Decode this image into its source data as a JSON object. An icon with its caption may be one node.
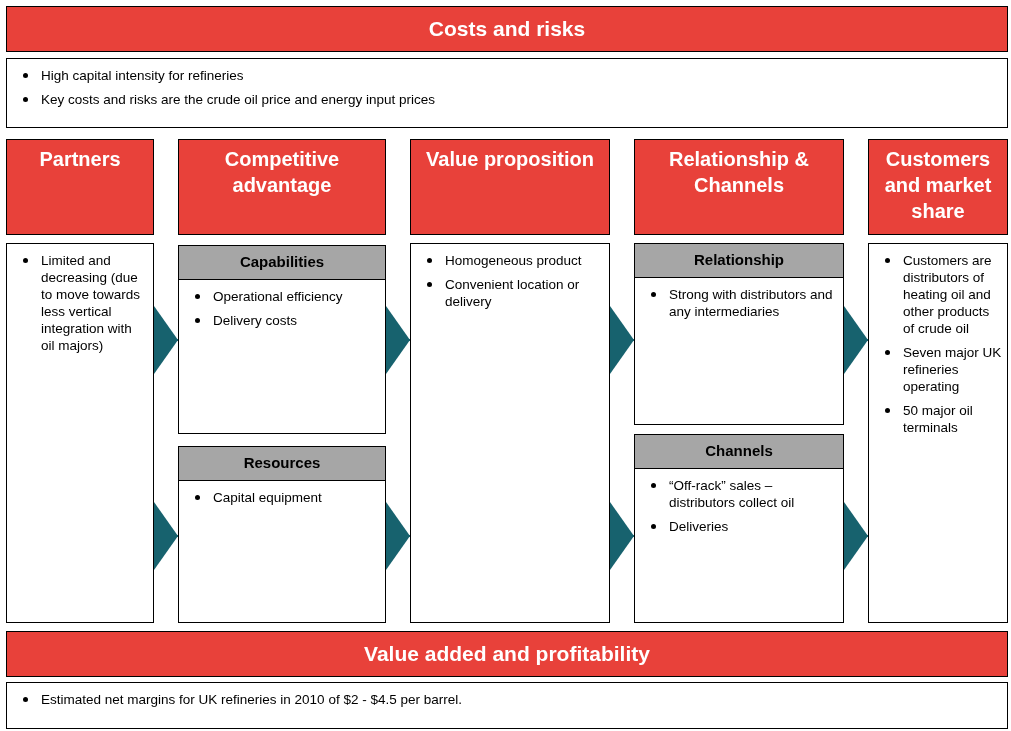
{
  "diagram": {
    "nodes": [
      {
        "text": [
          "Costs and risks"
        ]
      },
      {
        "text": [
          "High capital intensity for refineries",
          "Key costs and risks are the crude oil price and energy input prices"
        ]
      },
      {
        "text": [
          "Partners"
        ]
      },
      {
        "text": [
          "Competitive advantage"
        ]
      },
      {
        "text": [
          "Value proposition"
        ]
      },
      {
        "text": [
          "Relationship & Channels"
        ]
      },
      {
        "text": [
          "Customers and market share"
        ]
      },
      {
        "text": [
          "Limited and decreasing (due to move towards less vertical integration with oil majors)"
        ]
      },
      {
        "text": [
          "Capabilities",
          "Operational efficiency",
          "Delivery costs"
        ]
      },
      {
        "text": [
          "Resources",
          "Capital equipment"
        ]
      },
      {
        "text": [
          "Homogeneous product",
          "Convenient location or delivery"
        ]
      },
      {
        "text": [
          "Relationship",
          "Strong with distributors and any intermediaries"
        ]
      },
      {
        "text": [
          "Channels",
          "“Off-rack” sales – distributors collect oil",
          "Deliveries"
        ]
      },
      {
        "text": [
          "Customers are distributors of heating oil and other products of crude oil",
          "Seven major UK refineries operating",
          "50 major oil terminals"
        ]
      },
      {
        "text": [
          "Value added and profitability"
        ]
      },
      {
        "text": [
          "Estimated net margins for UK refineries in 2010 of $2 - $4.5 per barrel."
        ]
      }
    ],
    "edges": [
      {
        "from": 7,
        "to": 8,
        "arrow": "to"
      },
      {
        "from": 7,
        "to": 9,
        "arrow": "to"
      },
      {
        "from": 8,
        "to": 10,
        "arrow": "to"
      },
      {
        "from": 9,
        "to": 10,
        "arrow": "to"
      },
      {
        "from": 10,
        "to": 11,
        "arrow": "to"
      },
      {
        "from": 10,
        "to": 12,
        "arrow": "to"
      },
      {
        "from": 11,
        "to": 13,
        "arrow": "to"
      },
      {
        "from": 12,
        "to": 13,
        "arrow": "to"
      }
    ]
  }
}
